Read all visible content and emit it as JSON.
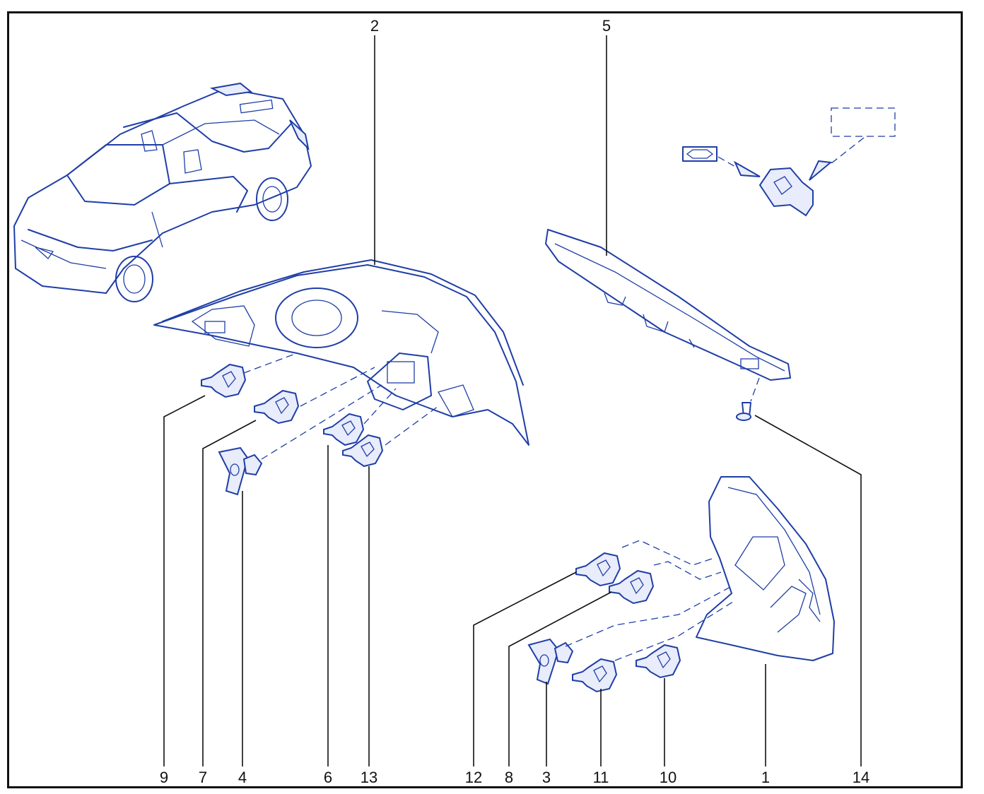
{
  "diagram": {
    "callouts": {
      "c2": "2",
      "c5": "5",
      "c9": "9",
      "c7": "7",
      "c4": "4",
      "c6": "6",
      "c13": "13",
      "c12": "12",
      "c8": "8",
      "c3": "3",
      "c11": "11",
      "c10": "10",
      "c1": "1",
      "c14": "14"
    },
    "ink_color": "#1f3ea6",
    "frame_color": "#111111",
    "components": [
      "car-illustration",
      "rear-lamp-assembly",
      "high-mount-stop-lamp",
      "bulb",
      "bulb-holder",
      "screw",
      "tail-lamp",
      "bulb-legend"
    ]
  }
}
